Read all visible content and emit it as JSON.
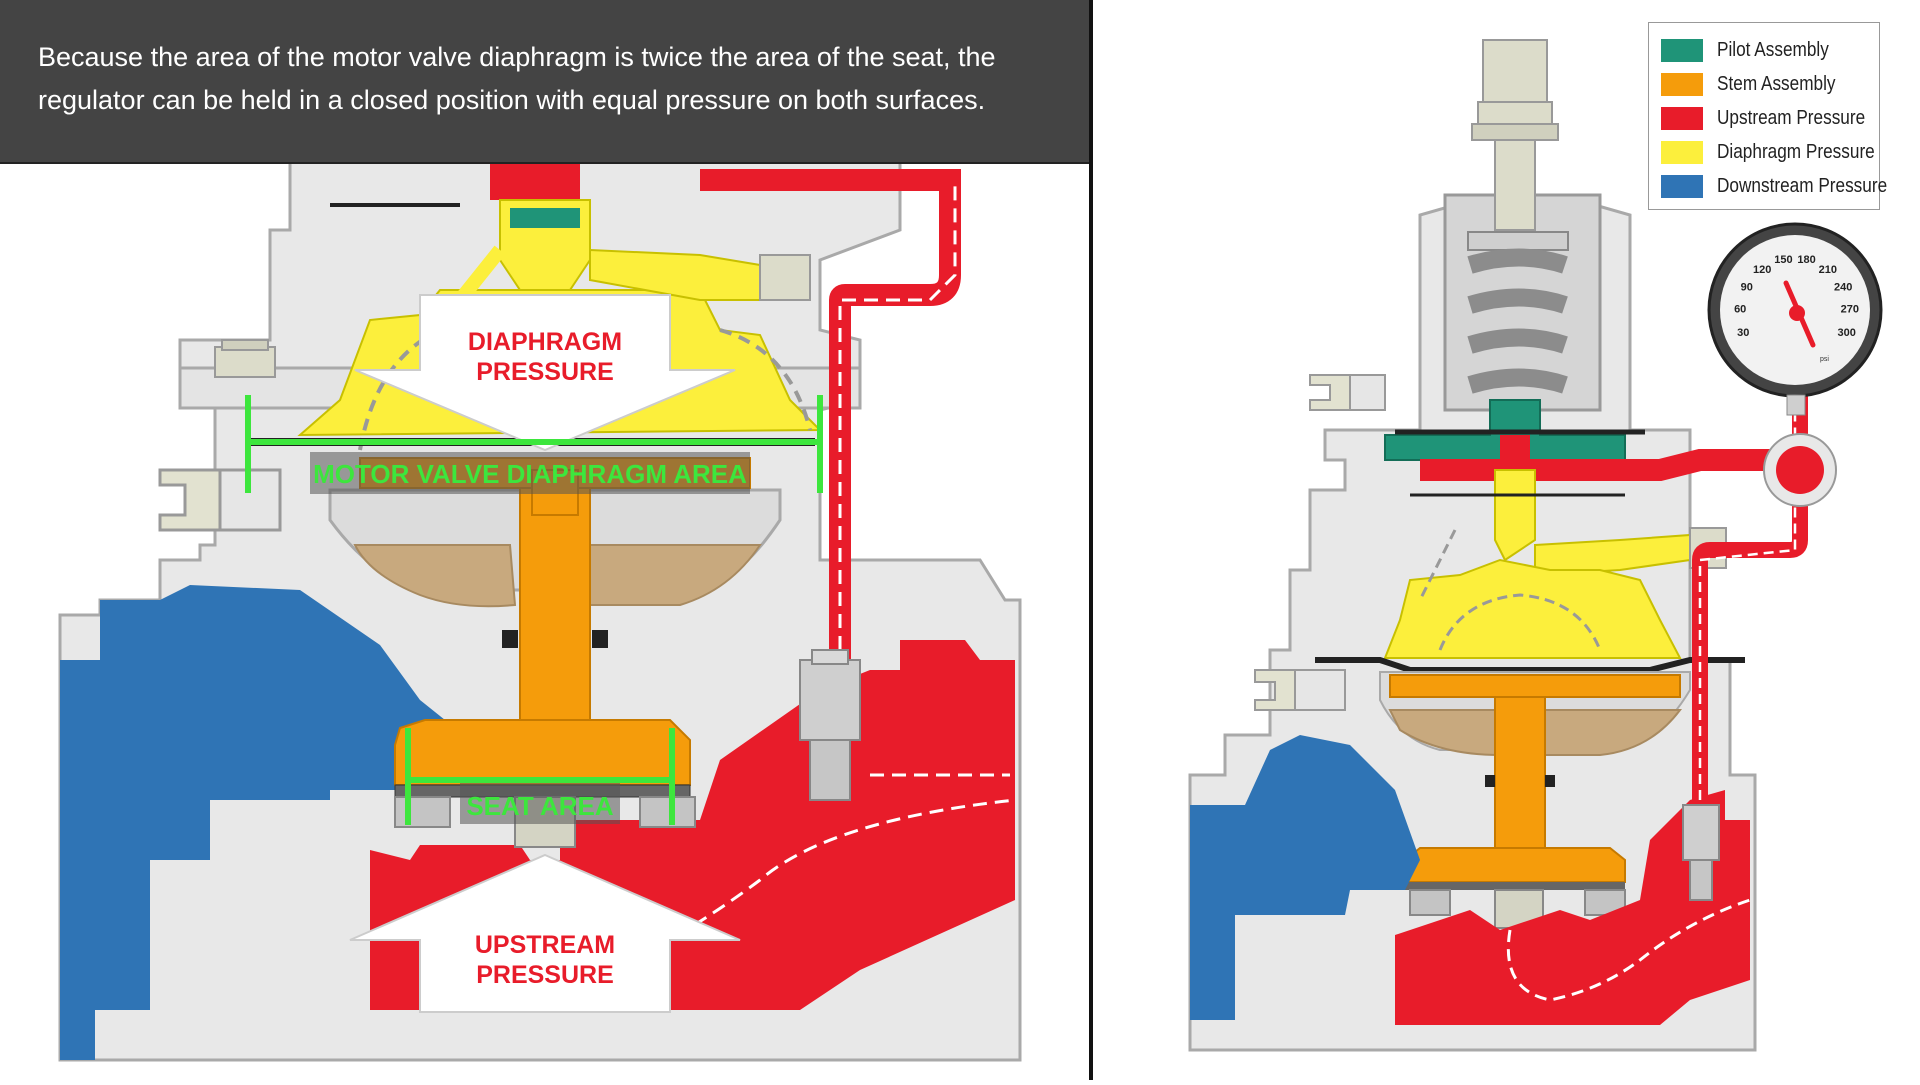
{
  "caption": {
    "line1": "Because the area of the motor valve diaphragm is twice the area of the seat, the",
    "line2": "regulator can be held in a closed position with equal pressure on both surfaces."
  },
  "labels": {
    "diaphragm_pressure": [
      "DIAPHRAGM",
      "PRESSURE"
    ],
    "motor_valve_area": "MOTOR VALVE DIAPHRAGM AREA",
    "seat_area": "SEAT AREA",
    "upstream_pressure": [
      "UPSTREAM",
      "PRESSURE"
    ]
  },
  "legend": [
    {
      "label": "Pilot Assembly",
      "color": "#1f9478"
    },
    {
      "label": "Stem Assembly",
      "color": "#f59c0b"
    },
    {
      "label": "Upstream Pressure",
      "color": "#e81c2a"
    },
    {
      "label": "Diaphragm Pressure",
      "color": "#fcef3c"
    },
    {
      "label": "Downstream Pressure",
      "color": "#2f74b5"
    }
  ],
  "gauge": {
    "ticks": [
      "30",
      "60",
      "90",
      "120",
      "150",
      "180",
      "210",
      "240",
      "270",
      "300"
    ],
    "unit": "psi"
  },
  "colors": {
    "body": "#e8e8e8",
    "outline": "#a9a9a9",
    "measure": "#3de63d",
    "seat_ring": "#c8a97e"
  }
}
